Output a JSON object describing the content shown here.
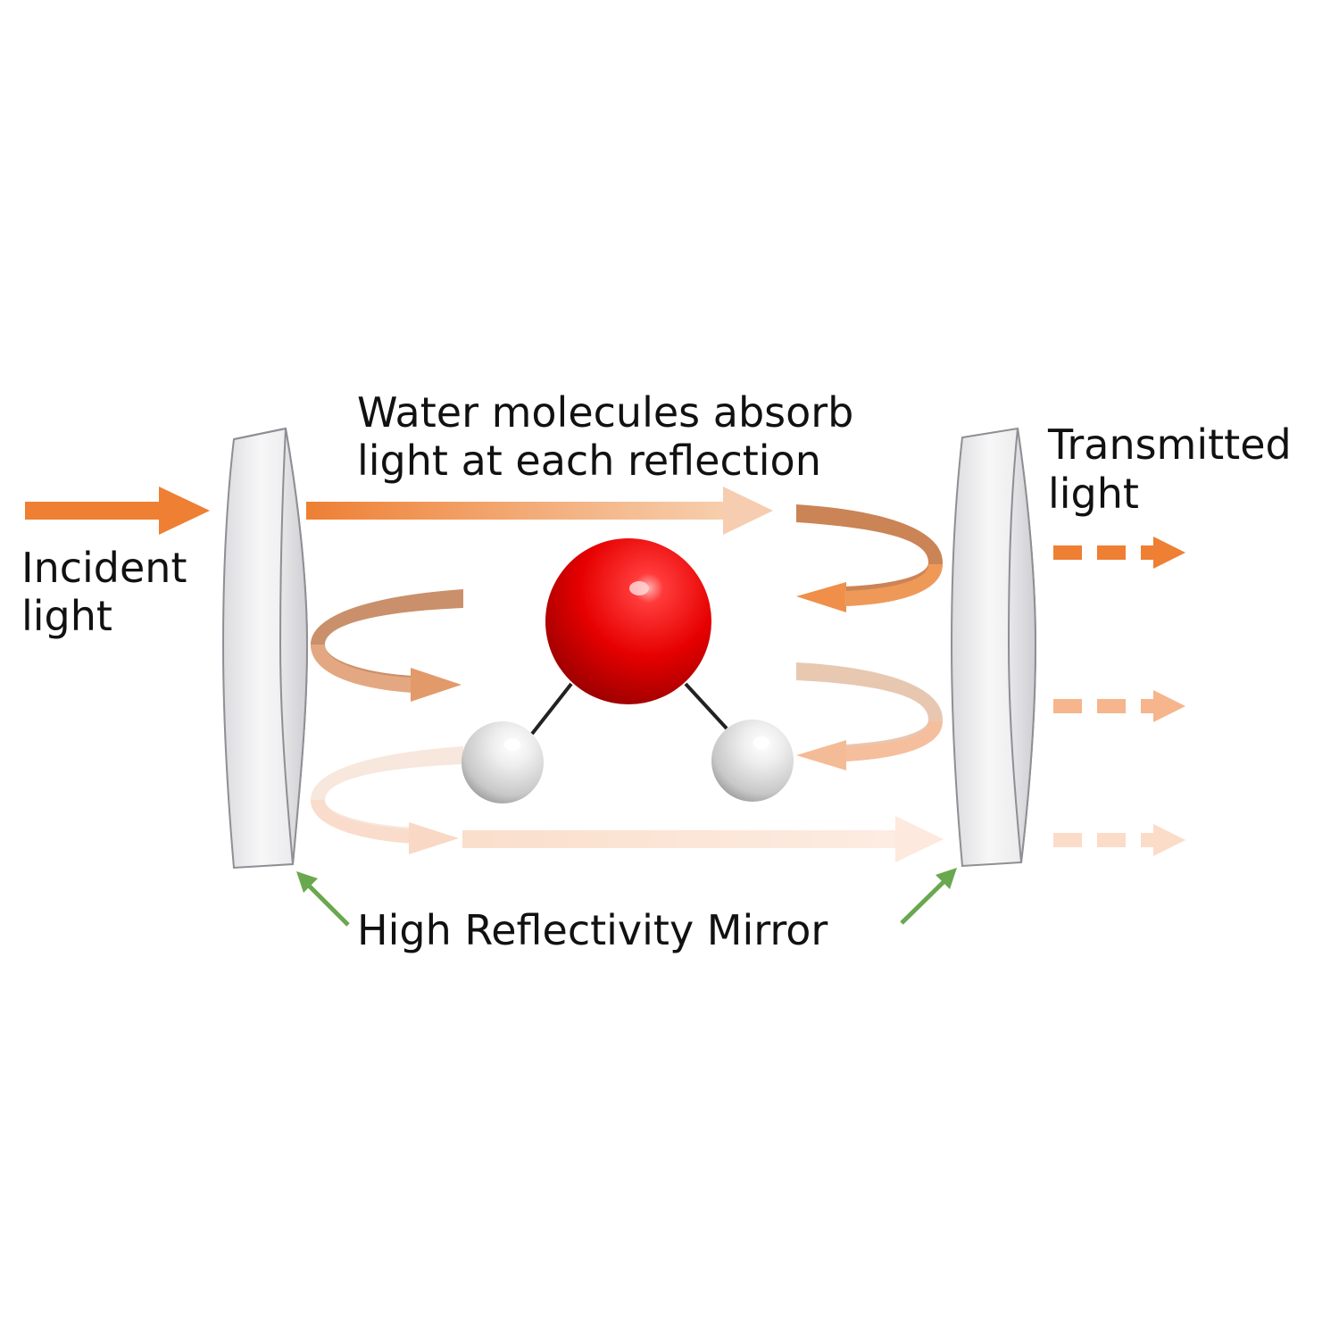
{
  "labels": {
    "incident": [
      "Incident",
      "light"
    ],
    "absorb": [
      "Water molecules absorb",
      "light at each reflection"
    ],
    "transmitted": [
      "Transmitted",
      "light"
    ],
    "mirror": "High Reflectivity Mirror"
  },
  "colors": {
    "light_orange": "#ee7f33",
    "loop_orange": "#c97e4c",
    "mirror_face": "#eeeeef",
    "mirror_edge": "#d9d9dc",
    "mirror_outline": "#8e8e94",
    "oxygen": "#e60000",
    "hydrogen": "#d8d8d8",
    "pointer_green": "#6aa84f",
    "bond": "#222222"
  },
  "icons": {
    "mirror": "mirror-disc-icon",
    "molecule": "water-molecule-icon",
    "pointer": "green-arrow-icon"
  }
}
